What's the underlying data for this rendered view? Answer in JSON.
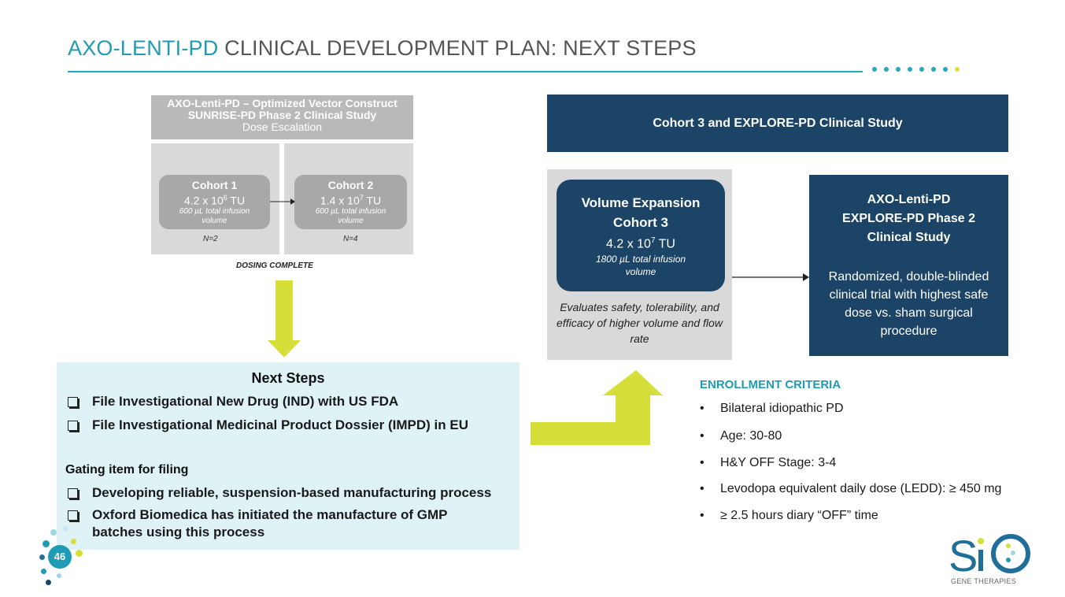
{
  "title": {
    "accent": "AXO-LENTI-PD",
    "rest": " CLINICAL DEVELOPMENT PLAN: NEXT STEPS"
  },
  "left_diagram": {
    "header_line1": "AXO-Lenti-PD – Optimized Vector Construct",
    "header_line2": "SUNRISE-PD Phase 2 Clinical Study",
    "header_line3": "Dose Escalation",
    "cohort1": {
      "name": "Cohort 1",
      "dose_base": "4.2 x 10",
      "dose_exp": "6",
      "dose_unit": " TU",
      "volume": "600 µL total infusion volume",
      "n": "N=2"
    },
    "cohort2": {
      "name": "Cohort 2",
      "dose_base": "1.4 x 10",
      "dose_exp": "7",
      "dose_unit": " TU",
      "volume": "600 µL total infusion volume",
      "n": "N=4"
    },
    "status": "DOSING COMPLETE"
  },
  "next_steps": {
    "title": "Next Steps",
    "items": [
      "File Investigational New Drug (IND) with US FDA",
      "File Investigational Medicinal Product Dossier (IMPD) in EU"
    ],
    "gating_title": "Gating item for filing",
    "gating_items": [
      "Developing reliable, suspension-based manufacturing process",
      "Oxford Biomedica has initiated the manufacture of GMP batches using this process"
    ]
  },
  "page_number": "46",
  "right": {
    "header": "Cohort 3 and EXPLORE-PD Clinical Study",
    "cohort3": {
      "title_line1": "Volume Expansion",
      "title_line2": "Cohort 3",
      "dose_base": "4.2 x 10",
      "dose_exp": "7",
      "dose_unit": " TU",
      "volume": "1800 µL total infusion volume"
    },
    "evaluates": "Evaluates safety, tolerability, and efficacy of higher volume and flow rate",
    "explore": {
      "line1": "AXO-Lenti-PD",
      "line2": "EXPLORE-PD Phase 2",
      "line3": "Clinical Study",
      "description": "Randomized, double-blinded clinical trial with highest safe dose vs. sham surgical procedure"
    }
  },
  "enrollment": {
    "title": "ENROLLMENT CRITERIA",
    "items": [
      "Bilateral idiopathic PD",
      "Age: 30-80",
      "H&Y OFF Stage: 3-4",
      "Levodopa equivalent daily dose (LEDD): ≥ 450 mg",
      "≥ 2.5 hours diary “OFF” time"
    ]
  },
  "logo": {
    "text": "SiO",
    "subtitle": "GENE THERAPIES"
  },
  "colors": {
    "accent_teal": "#1f9bb3",
    "navy": "#1c4466",
    "yellow_arrow": "#d6df3a",
    "light_cyan_box": "#dff3f6",
    "gray_panel": "#d9d9d9"
  }
}
